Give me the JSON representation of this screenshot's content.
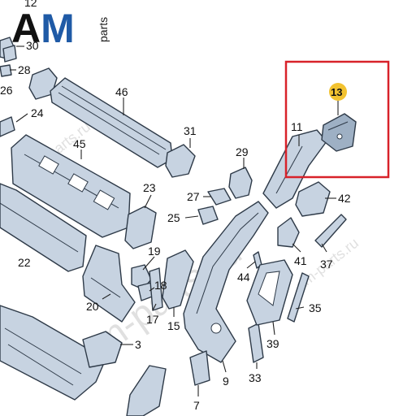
{
  "logo": {
    "text_am": "AM",
    "text_parts": "parts",
    "colors": {
      "a": "#111111",
      "m": "#1f5aa6"
    }
  },
  "watermarks": [
    "am-parts.ru",
    "am-parts.ru",
    "am-parts.ru"
  ],
  "highlight": {
    "color": "#d8222a",
    "callout_color": "#f2c230"
  },
  "callouts": [
    "12",
    "30",
    "28",
    "26",
    "24",
    "46",
    "45",
    "22",
    "31",
    "29",
    "23",
    "27",
    "25",
    "19",
    "18",
    "20",
    "17",
    "15",
    "13",
    "11",
    "42",
    "41",
    "37",
    "44",
    "39",
    "35",
    "9",
    "33",
    "3",
    "7"
  ]
}
